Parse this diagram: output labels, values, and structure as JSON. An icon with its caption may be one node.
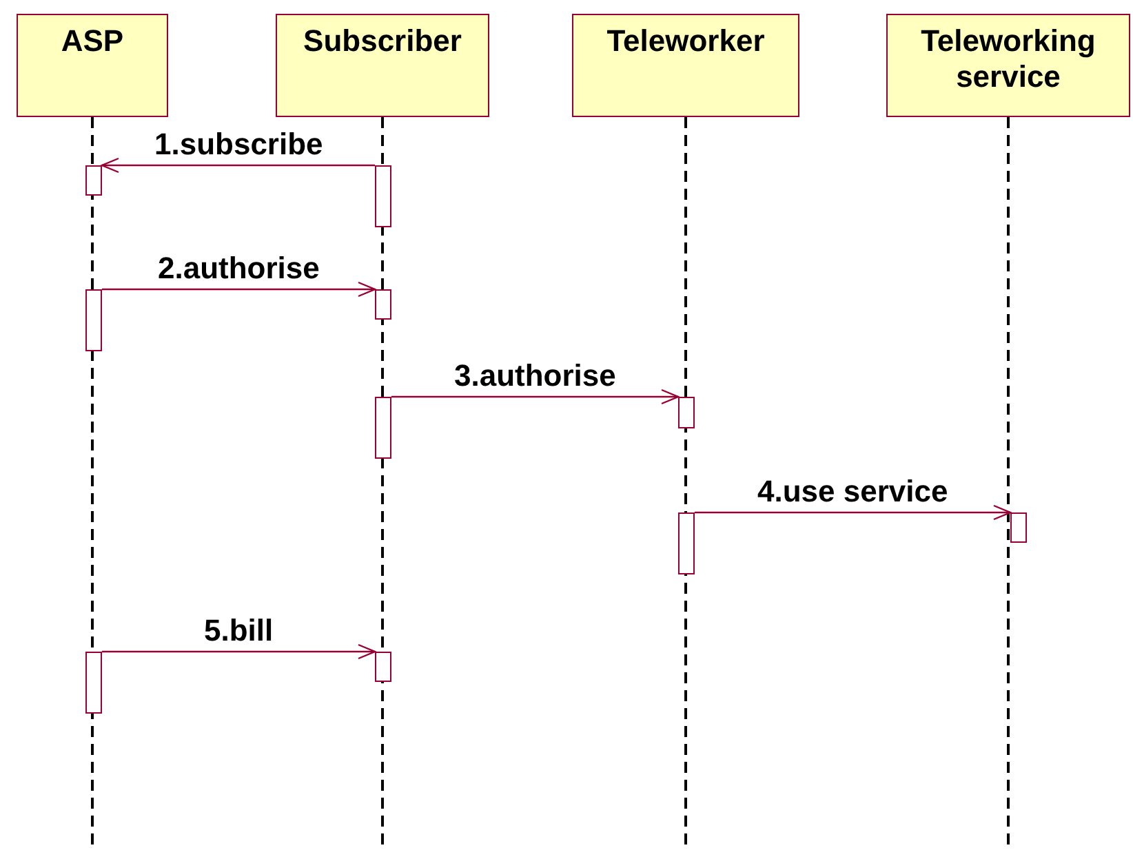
{
  "diagram": {
    "nodes": [
      {
        "text": [
          "ASP"
        ]
      },
      {
        "text": [
          "Subscriber"
        ]
      },
      {
        "text": [
          "Teleworker"
        ]
      },
      {
        "text": [
          "Teleworking service"
        ]
      },
      {
        "text": [],
        "shape": "bar"
      },
      {
        "text": [],
        "shape": "bar"
      },
      {
        "text": [],
        "shape": "bar"
      },
      {
        "text": [],
        "shape": "bar"
      },
      {
        "text": [],
        "shape": "bar"
      },
      {
        "text": [],
        "shape": "bar"
      },
      {
        "text": [],
        "shape": "bar"
      },
      {
        "text": [],
        "shape": "bar"
      },
      {
        "text": [],
        "shape": "bar"
      },
      {
        "text": [],
        "shape": "bar"
      }
    ],
    "edges": [
      {
        "from": 4,
        "to": 5,
        "arrow": "to",
        "label": "1.subscribe"
      },
      {
        "from": 6,
        "to": 7,
        "arrow": "to",
        "label": "2.authorise"
      },
      {
        "from": 8,
        "to": 9,
        "arrow": "to",
        "label": "3.authorise"
      },
      {
        "from": 10,
        "to": 11,
        "arrow": "to",
        "label": "4.use service"
      },
      {
        "from": 12,
        "to": 13,
        "arrow": "to",
        "label": "5.bill"
      }
    ]
  }
}
